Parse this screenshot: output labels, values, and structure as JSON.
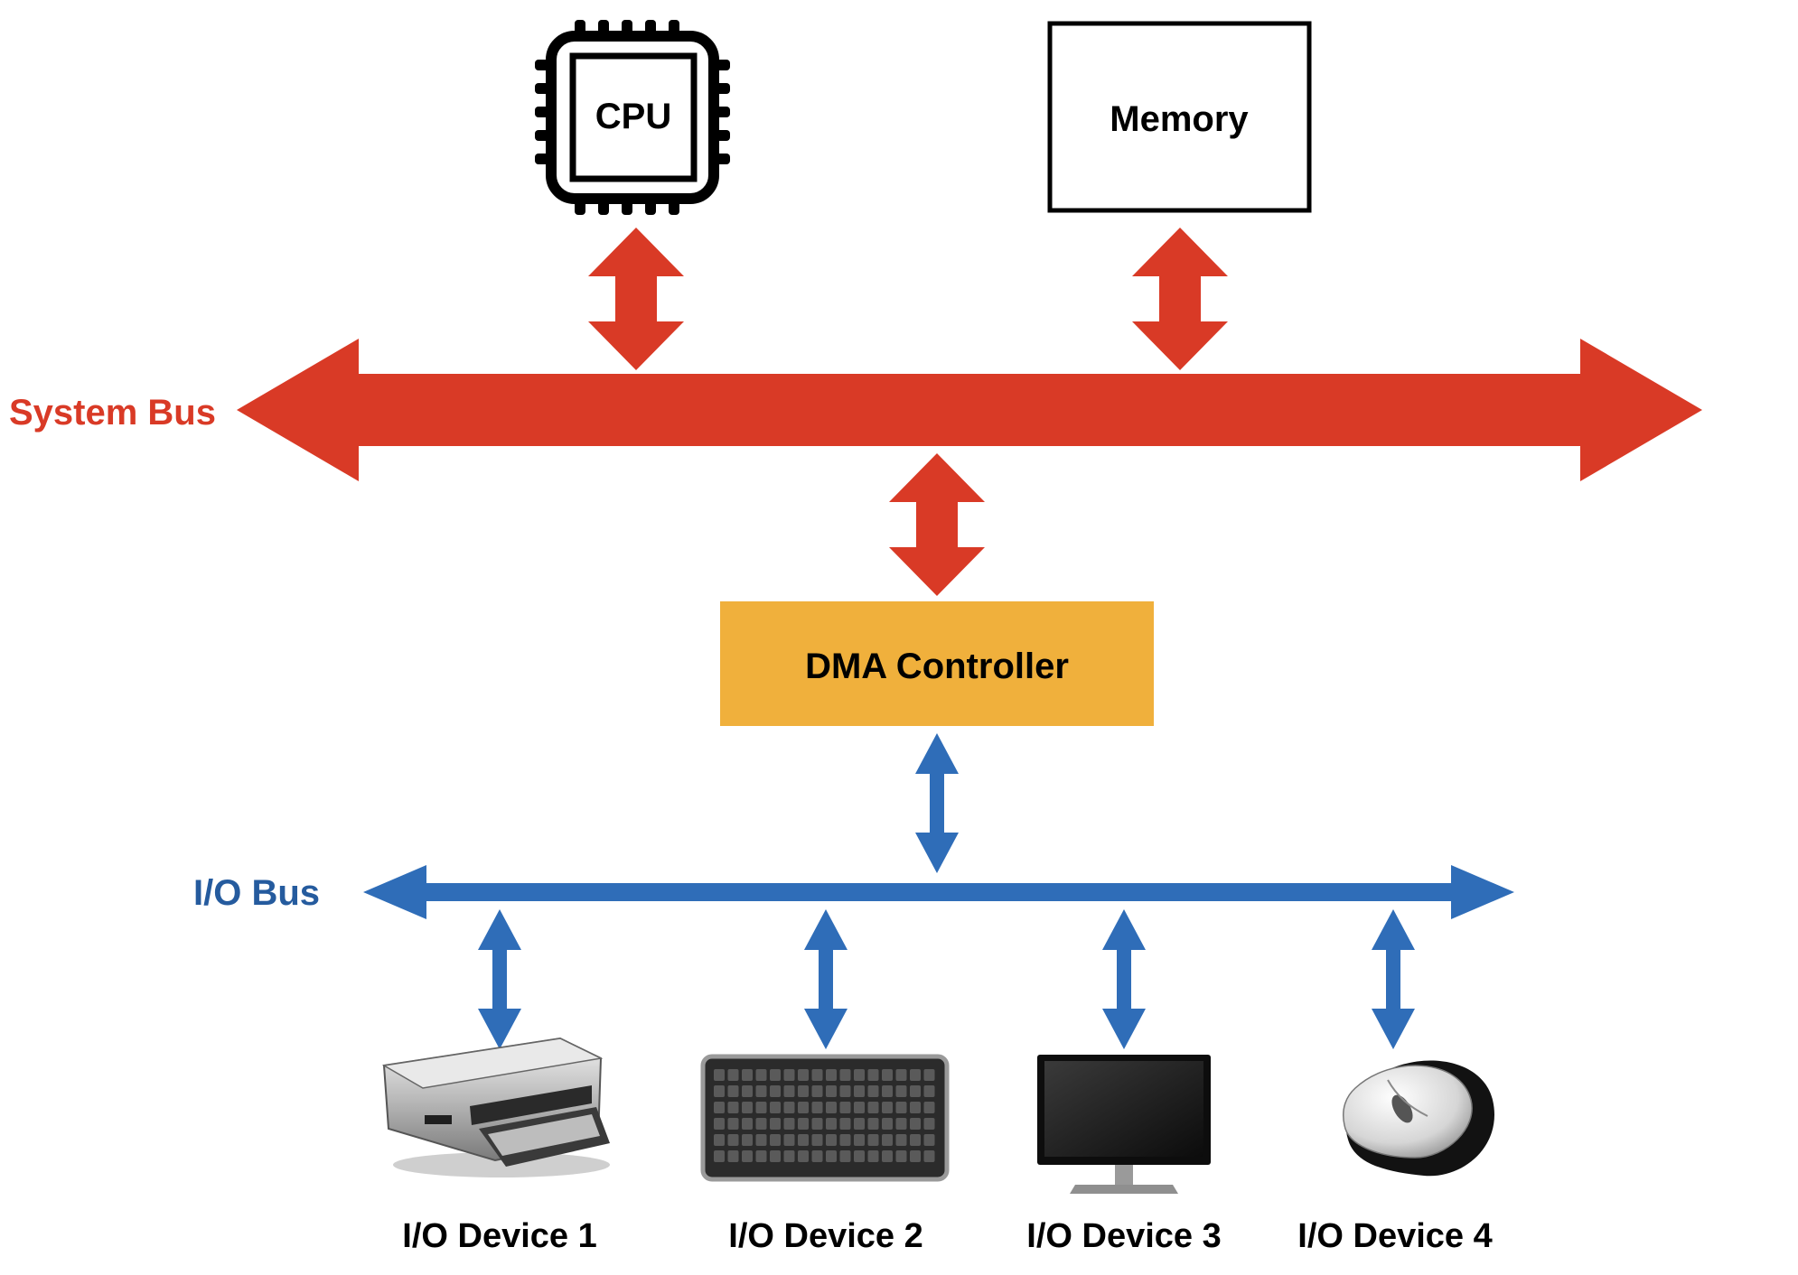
{
  "colors": {
    "system_bus": "#d93a26",
    "io_bus": "#2f6db8",
    "io_bus_label": "#255b9e",
    "dma_fill": "#f0b03c",
    "ink": "#000000"
  },
  "cpu": {
    "label": "CPU"
  },
  "memory": {
    "label": "Memory"
  },
  "system_bus": {
    "label": "System Bus"
  },
  "dma": {
    "label": "DMA Controller"
  },
  "io_bus": {
    "label": "I/O Bus"
  },
  "devices": [
    {
      "label": "I/O Device 1",
      "icon": "printer-icon"
    },
    {
      "label": "I/O Device 2",
      "icon": "keyboard-icon"
    },
    {
      "label": "I/O Device 3",
      "icon": "monitor-icon"
    },
    {
      "label": "I/O Device 4",
      "icon": "mouse-icon"
    }
  ]
}
